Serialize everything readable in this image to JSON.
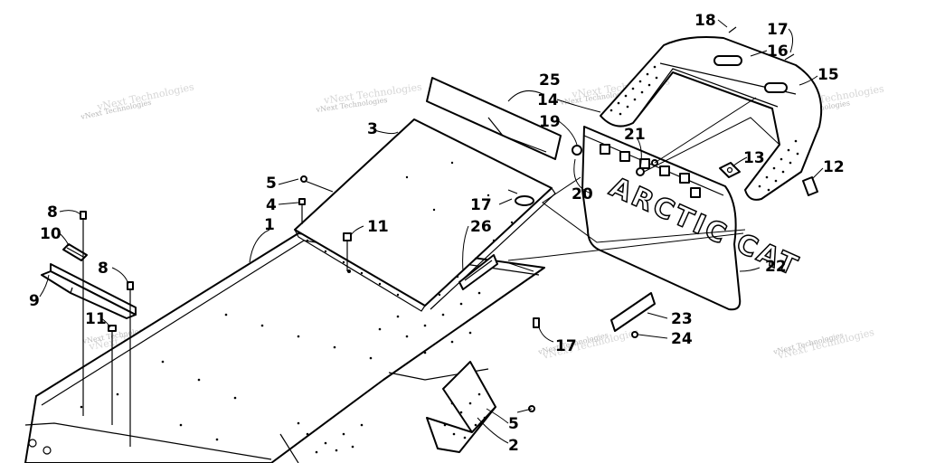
{
  "watermark": "vNext Technologies",
  "logo_text": "ARCTIC CAT",
  "callouts": [
    "1",
    "2",
    "3",
    "4",
    "5",
    "5",
    "8",
    "8",
    "9",
    "10",
    "11",
    "11",
    "12",
    "13",
    "14",
    "15",
    "16",
    "17",
    "17",
    "17",
    "18",
    "19",
    "20",
    "21",
    "22",
    "23",
    "24",
    "25",
    "26"
  ],
  "colors": {
    "line": "#000000",
    "watermark": "#b9b9b9",
    "background": "#ffffff"
  }
}
